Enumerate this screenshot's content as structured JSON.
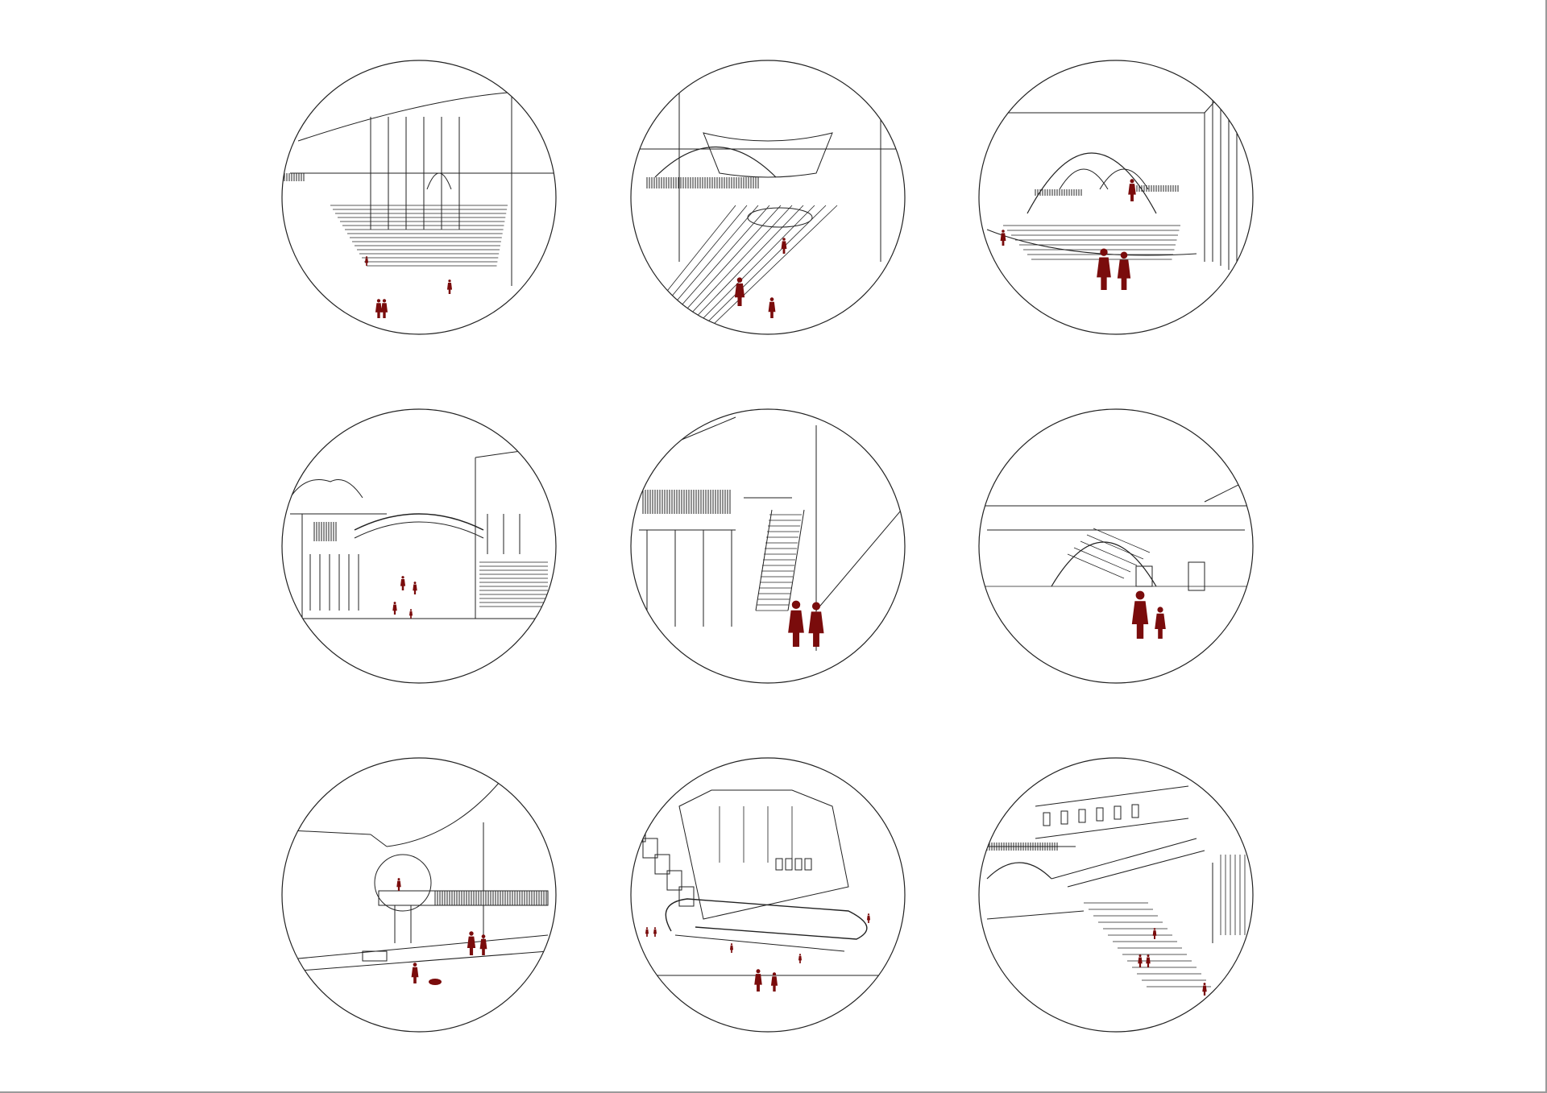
{
  "sheet": {
    "background": "#ffffff",
    "line_color": "#222222",
    "figure_color": "#7a0c0c",
    "vignettes": [
      {
        "id": "v1",
        "scene": "sloped-stepped-hall-with-columns"
      },
      {
        "id": "v2",
        "scene": "interior-with-arched-ceiling-and-ramp-stairs"
      },
      {
        "id": "v3",
        "scene": "arched-hall-with-bridges-and-couple"
      },
      {
        "id": "v4",
        "scene": "street-courtyard-with-curved-bridge"
      },
      {
        "id": "v5",
        "scene": "atrium-with-stair-and-walkers"
      },
      {
        "id": "v6",
        "scene": "arched-portal-with-parent-and-child"
      },
      {
        "id": "v7",
        "scene": "round-portal-with-walkway-and-dog-walker"
      },
      {
        "id": "v8",
        "scene": "aerial-view-of-buildings-with-looping-ramp"
      },
      {
        "id": "v9",
        "scene": "terraced-courtyard-with-grand-stair"
      }
    ]
  }
}
